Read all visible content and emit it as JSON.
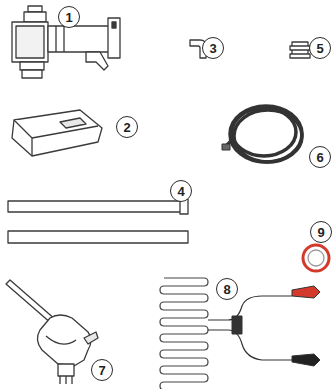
{
  "diagram": {
    "nodes": [
      {
        "text": [
          "1"
        ]
      },
      {
        "text": [
          "3"
        ]
      },
      {
        "text": [
          "5"
        ]
      },
      {
        "text": [
          "2"
        ]
      },
      {
        "text": [
          "6"
        ]
      },
      {
        "text": [
          "4"
        ]
      },
      {
        "text": [
          "9"
        ]
      },
      {
        "text": [
          "8"
        ]
      },
      {
        "text": [
          "7"
        ]
      }
    ]
  }
}
